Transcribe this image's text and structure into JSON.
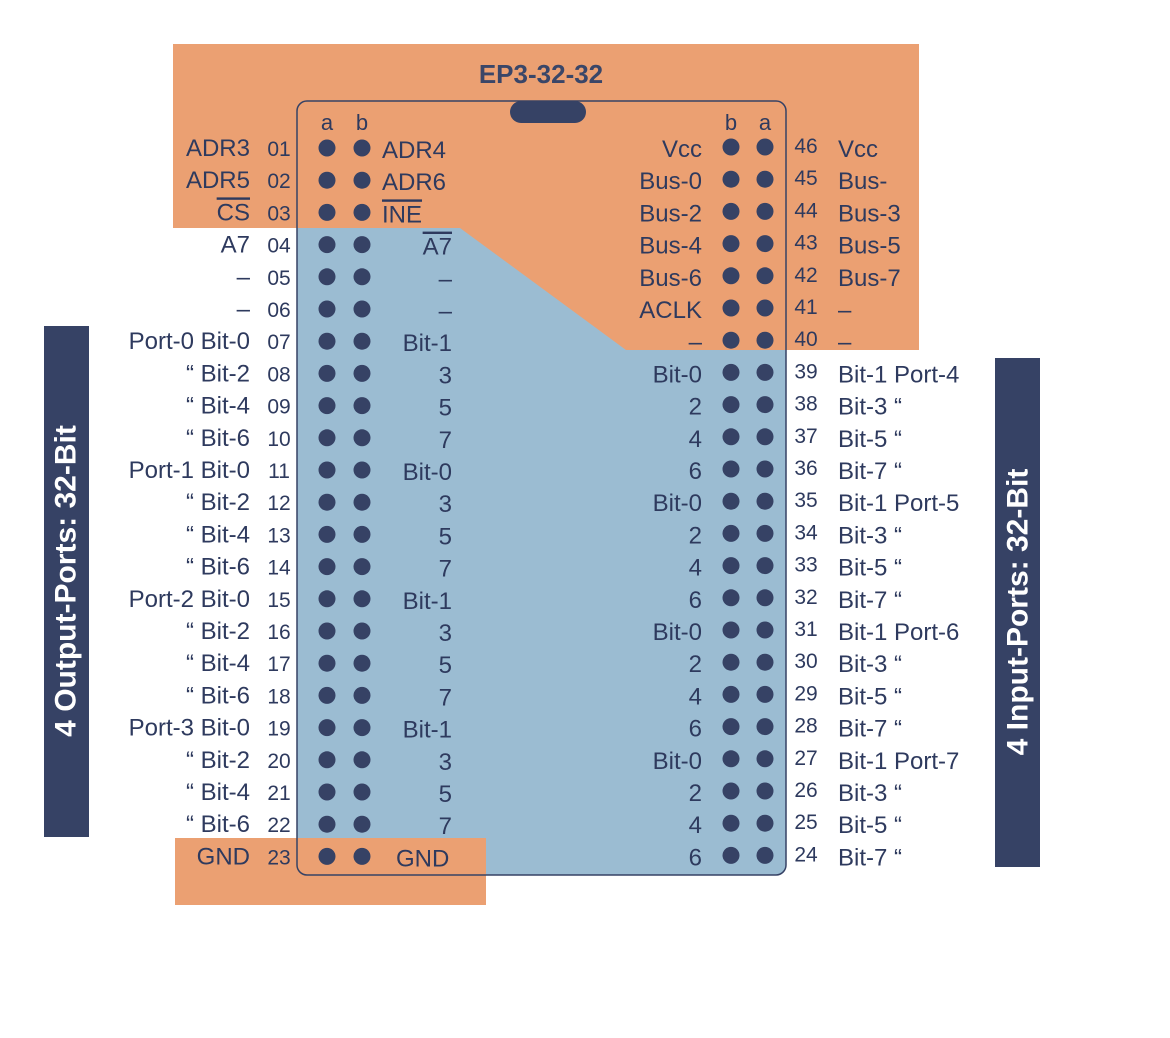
{
  "title": "EP3-32-32",
  "side_left": "4 Output-Ports: 32-Bit",
  "side_right": "4 Input-Ports: 32-Bit",
  "col_headers": {
    "left_a": "a",
    "left_b": "b",
    "right_b": "b",
    "right_a": "a"
  },
  "colors": {
    "orange": "#eba072",
    "blue": "#9bbcd2",
    "navy": "#364265",
    "pin": "#364265"
  },
  "left_pins": [
    {
      "num": "01",
      "outer": "ADR3",
      "inner": "ADR4"
    },
    {
      "num": "02",
      "outer": "ADR5",
      "inner": "ADR6"
    },
    {
      "num": "03",
      "outer": "CS",
      "inner": "INE"
    },
    {
      "num": "04",
      "outer": "A7",
      "inner": "A7"
    },
    {
      "num": "05",
      "outer": "–",
      "inner": "–"
    },
    {
      "num": "06",
      "outer": "–",
      "inner": "–"
    },
    {
      "num": "07",
      "outer": "Port-0 Bit-0",
      "inner": "Bit-1"
    },
    {
      "num": "08",
      "outer": "“  Bit-2",
      "inner": "3"
    },
    {
      "num": "09",
      "outer": "“  Bit-4",
      "inner": "5"
    },
    {
      "num": "10",
      "outer": "“  Bit-6",
      "inner": "7"
    },
    {
      "num": "11",
      "outer": "Port-1 Bit-0",
      "inner": "Bit-0"
    },
    {
      "num": "12",
      "outer": "“  Bit-2",
      "inner": "3"
    },
    {
      "num": "13",
      "outer": "“  Bit-4",
      "inner": "5"
    },
    {
      "num": "14",
      "outer": "“  Bit-6",
      "inner": "7"
    },
    {
      "num": "15",
      "outer": "Port-2 Bit-0",
      "inner": "Bit-1"
    },
    {
      "num": "16",
      "outer": "“  Bit-2",
      "inner": "3"
    },
    {
      "num": "17",
      "outer": "“  Bit-4",
      "inner": "5"
    },
    {
      "num": "18",
      "outer": "“  Bit-6",
      "inner": "7"
    },
    {
      "num": "19",
      "outer": "Port-3 Bit-0",
      "inner": "Bit-1"
    },
    {
      "num": "20",
      "outer": "“  Bit-2",
      "inner": "3"
    },
    {
      "num": "21",
      "outer": "“  Bit-4",
      "inner": "5"
    },
    {
      "num": "22",
      "outer": "“  Bit-6",
      "inner": "7"
    },
    {
      "num": "23",
      "outer": "GND",
      "inner": "GND"
    }
  ],
  "right_pins": [
    {
      "num": "46",
      "inner": "Vcc",
      "outer": "Vcc"
    },
    {
      "num": "45",
      "inner": "Bus-0",
      "outer": "Bus-"
    },
    {
      "num": "44",
      "inner": "Bus-2",
      "outer": "Bus-3"
    },
    {
      "num": "43",
      "inner": "Bus-4",
      "outer": "Bus-5"
    },
    {
      "num": "42",
      "inner": "Bus-6",
      "outer": "Bus-7"
    },
    {
      "num": "41",
      "inner": "ACLK",
      "outer": "–"
    },
    {
      "num": "40",
      "inner": "–",
      "outer": "–"
    },
    {
      "num": "39",
      "inner": "Bit-0",
      "outer": "Bit-1 Port-4"
    },
    {
      "num": "38",
      "inner": "2",
      "outer": "Bit-3  “"
    },
    {
      "num": "37",
      "inner": "4",
      "outer": "Bit-5  “"
    },
    {
      "num": "36",
      "inner": "6",
      "outer": "Bit-7  “"
    },
    {
      "num": "35",
      "inner": "Bit-0",
      "outer": "Bit-1 Port-5"
    },
    {
      "num": "34",
      "inner": "2",
      "outer": "Bit-3  “"
    },
    {
      "num": "33",
      "inner": "4",
      "outer": "Bit-5  “"
    },
    {
      "num": "32",
      "inner": "6",
      "outer": "Bit-7  “"
    },
    {
      "num": "31",
      "inner": "Bit-0",
      "outer": "Bit-1 Port-6"
    },
    {
      "num": "30",
      "inner": "2",
      "outer": "Bit-3  “"
    },
    {
      "num": "29",
      "inner": "4",
      "outer": "Bit-5  “"
    },
    {
      "num": "28",
      "inner": "6",
      "outer": "Bit-7  “"
    },
    {
      "num": "27",
      "inner": "Bit-0",
      "outer": "Bit-1 Port-7"
    },
    {
      "num": "26",
      "inner": "2",
      "outer": "Bit-3  “"
    },
    {
      "num": "25",
      "inner": "4",
      "outer": "Bit-5  “"
    },
    {
      "num": "24",
      "inner": "6",
      "outer": "Bit-7  “"
    }
  ]
}
